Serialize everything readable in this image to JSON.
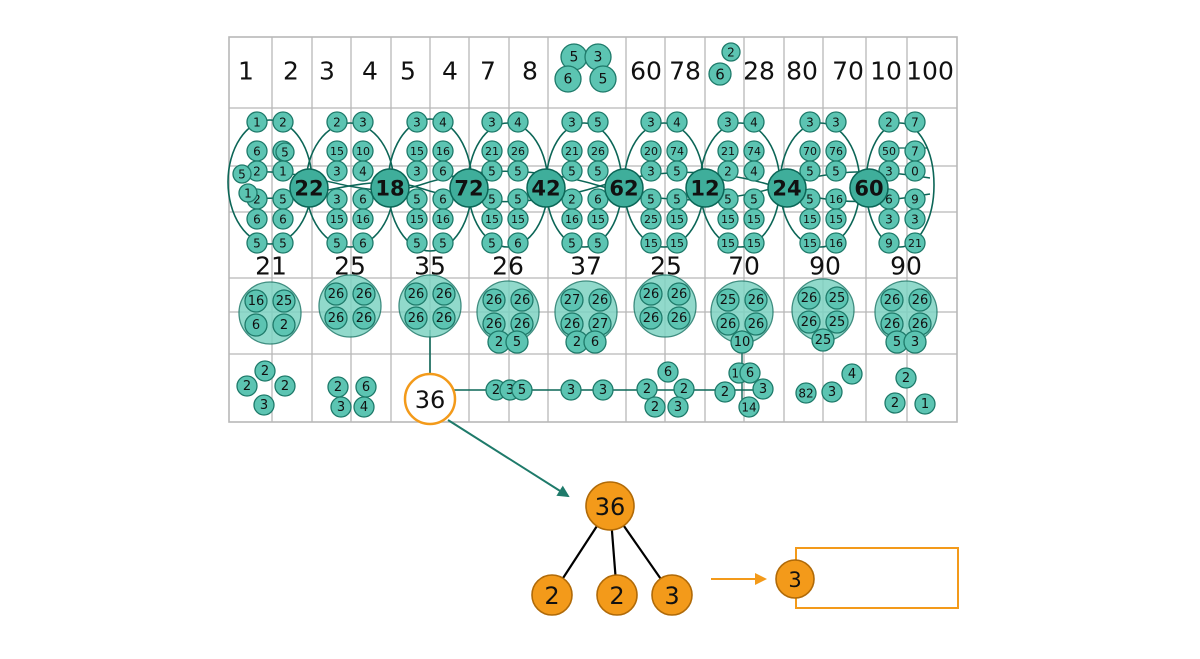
{
  "palette": {
    "teal_fill": "#5cc4b2",
    "teal_dark": "#0c6657",
    "teal_stroke": "#1e7a6a",
    "orange": "#f39a1a",
    "orange_dark": "#b06a08",
    "grid": "#b8b8b8",
    "ink": "#111111"
  },
  "grid": {
    "header_numbers": [
      "1",
      "2",
      "3",
      "4",
      "5",
      "4",
      "7",
      "8",
      "60",
      "78",
      "28",
      "80",
      "70",
      "10",
      "100"
    ],
    "header_clusters": [
      [
        "5",
        "3",
        "6",
        "5"
      ],
      [
        "2",
        "6"
      ]
    ],
    "pair_rows": [
      [
        "1",
        "2",
        "2",
        "3",
        "3",
        "4",
        "3",
        "4",
        "3",
        "5",
        "3",
        "4",
        "3",
        "4",
        "3",
        "3",
        "2",
        "7"
      ],
      [
        "6",
        "5",
        "15",
        "10",
        "15",
        "16",
        "21",
        "26",
        "21",
        "26",
        "20",
        "74",
        "21",
        "74",
        "70",
        "76",
        "50",
        "7"
      ],
      [
        "2",
        "1",
        "3",
        "4",
        "3",
        "6",
        "5",
        "5",
        "5",
        "5",
        "3",
        "5",
        "2",
        "4",
        "5",
        "5",
        "3",
        "0"
      ],
      [
        "2",
        "5",
        "3",
        "6",
        "5",
        "6",
        "5",
        "5",
        "2",
        "6",
        "5",
        "5",
        "5",
        "5",
        "5",
        "16",
        "6",
        "9"
      ],
      [
        "6",
        "6",
        "15",
        "16",
        "15",
        "16",
        "15",
        "15",
        "16",
        "15",
        "25",
        "15",
        "15",
        "15",
        "15",
        "15",
        "3",
        "3"
      ],
      [
        "5",
        "5",
        "5",
        "6",
        "5",
        "5",
        "5",
        "6",
        "5",
        "5",
        "15",
        "15",
        "15",
        "15",
        "15",
        "16",
        "9",
        "21"
      ]
    ],
    "side_nodes": [
      "5",
      "1",
      "5"
    ],
    "big_nodes": [
      "22",
      "18",
      "72",
      "42",
      "62",
      "12",
      "24",
      "60"
    ],
    "totals": [
      "21",
      "25",
      "35",
      "26",
      "37",
      "25",
      "70",
      "90",
      "90"
    ],
    "blobs": [
      [
        "16",
        "25",
        "6",
        "2"
      ],
      [
        "26",
        "26",
        "26",
        "26"
      ],
      [
        "26",
        "26",
        "26",
        "26"
      ],
      [
        "26",
        "26",
        "26",
        "26",
        "2",
        "5"
      ],
      [
        "27",
        "26",
        "26",
        "27",
        "2",
        "6"
      ],
      [
        "26",
        "26",
        "26",
        "26"
      ],
      [
        "25",
        "26",
        "26",
        "26",
        "10"
      ],
      [
        "26",
        "25",
        "26",
        "25",
        "25"
      ],
      [
        "26",
        "26",
        "26",
        "26",
        "5",
        "3"
      ]
    ],
    "bottom_groups": [
      [
        "2",
        "2",
        "2",
        "3"
      ],
      [
        "2",
        "6",
        "3",
        "4"
      ],
      [
        "2",
        "3",
        "5"
      ],
      [
        "3",
        "3"
      ],
      [
        "2",
        "2",
        "2",
        "3",
        "6"
      ],
      [
        "16",
        "6",
        "3",
        "2",
        "14"
      ],
      [
        "82",
        "3",
        "4"
      ],
      [
        "2",
        "2",
        "1"
      ]
    ]
  },
  "highlight": {
    "value": "36"
  },
  "tree": {
    "root": "36",
    "children": [
      "2",
      "2",
      "3"
    ],
    "result": "3"
  }
}
